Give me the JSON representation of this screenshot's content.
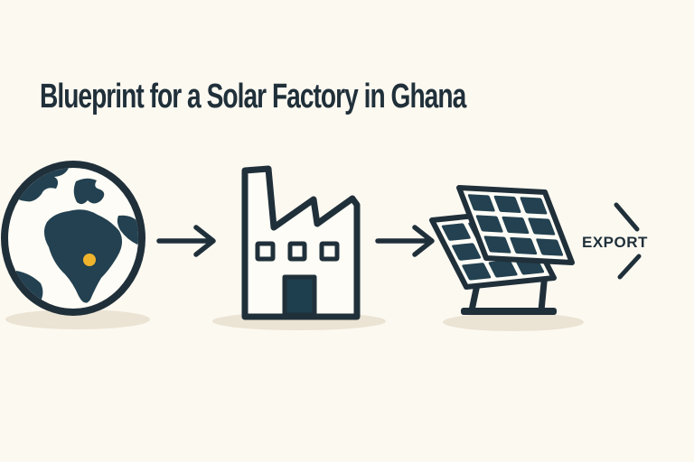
{
  "title": "Blueprint for a Solar Factory in Ghana",
  "flow": {
    "steps": [
      {
        "id": "globe",
        "icon": "globe-icon",
        "depicts": "globe showing Africa with orange marker on Ghana"
      },
      {
        "id": "factory",
        "icon": "factory-icon",
        "depicts": "factory building with chimney, sawtooth roof, three windows, door"
      },
      {
        "id": "panels",
        "icon": "solar-panel-icon",
        "depicts": "two tilted solar panels with 3x3 cells on a stand"
      }
    ],
    "connector_icon": "arrow-right-icon",
    "export_label": "EXPORT",
    "export_chevron_icon": "chevron-right-icon"
  },
  "colors": {
    "background": "#FCF9F1",
    "ink": "#20303A",
    "land": "#234150",
    "door": "#1D3F4E",
    "face": "#FDFCF6",
    "marker": "#F0B42C",
    "shadow": "#EBE3D3"
  }
}
